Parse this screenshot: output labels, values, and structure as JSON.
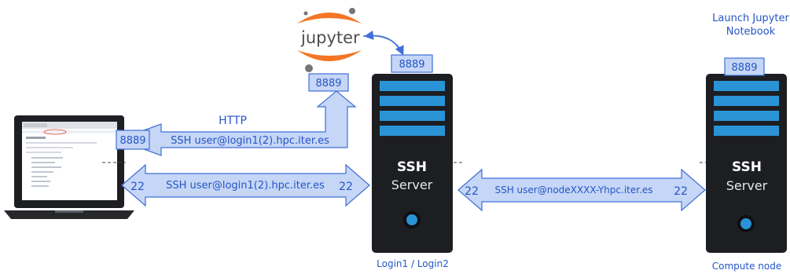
{
  "jupyter": {
    "logo_text": "jupyter"
  },
  "ports": {
    "jupyter_local": "8889",
    "login_top": "8889",
    "compute_top": "8889",
    "laptop_forward": "8889",
    "laptop_ssh": "22",
    "login_ssh_left": "22",
    "login_ssh_right": "22",
    "compute_ssh": "22"
  },
  "labels": {
    "http": "HTTP",
    "ssh_tunnel": "SSH user@login1(2).hpc.iter.es",
    "ssh_login": "SSH user@login1(2).hpc.iter.es",
    "ssh_compute": "SSH user@nodeXXXX-Yhpc.iter.es",
    "launch_line1": "Launch Jupyter",
    "launch_line2": "Notebook",
    "login_caption": "Login1 / Login2",
    "compute_caption": "Compute node"
  },
  "servers": {
    "login": {
      "title": "SSH",
      "subtitle": "Server"
    },
    "compute": {
      "title": "SSH",
      "subtitle": "Server"
    }
  },
  "colors": {
    "arrow_fill": "#c6d6f6",
    "arrow_stroke": "#3f6fd8",
    "text_blue": "#2456c7",
    "server_dark": "#1c1e22",
    "server_stripe": "#2a93d5",
    "jupyter_orange": "#f37626"
  }
}
